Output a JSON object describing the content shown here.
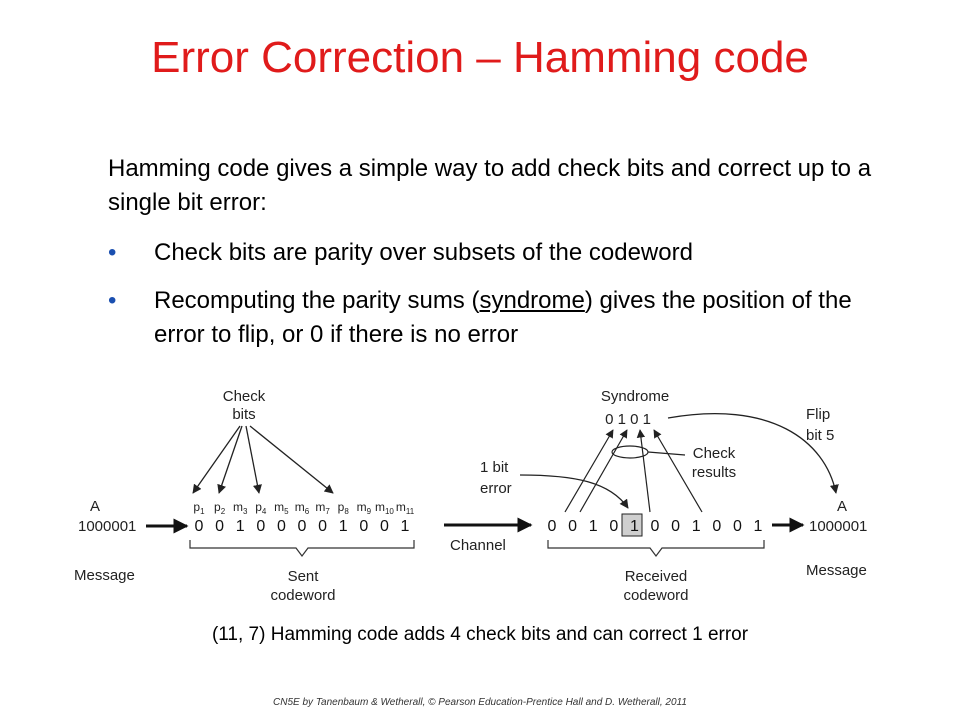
{
  "title": "Error Correction – Hamming code",
  "intro": "Hamming code gives a simple way to add check bits and correct up to a single bit error:",
  "bullets": [
    {
      "pre": "Check bits are parity over subsets of the codeword",
      "u": "",
      "post": ""
    },
    {
      "pre": "Recomputing the parity sums (",
      "u": "syndrome",
      "post": ") gives the position of the error to flip, or 0 if there is no error"
    }
  ],
  "diagram": {
    "check_bits_label": [
      "Check",
      "bits"
    ],
    "message_letter": "A",
    "message_bits": "1000001",
    "message_label": "Message",
    "positions": [
      {
        "p": "p",
        "n": "1"
      },
      {
        "p": "p",
        "n": "2"
      },
      {
        "p": "m",
        "n": "3"
      },
      {
        "p": "p",
        "n": "4"
      },
      {
        "p": "m",
        "n": "5"
      },
      {
        "p": "m",
        "n": "6"
      },
      {
        "p": "m",
        "n": "7"
      },
      {
        "p": "p",
        "n": "8"
      },
      {
        "p": "m",
        "n": "9"
      },
      {
        "p": "m",
        "n": "10"
      },
      {
        "p": "m",
        "n": "11"
      }
    ],
    "sent_bits": [
      "0",
      "0",
      "1",
      "0",
      "0",
      "0",
      "0",
      "1",
      "0",
      "0",
      "1"
    ],
    "sent_label": [
      "Sent",
      "codeword"
    ],
    "channel_label": "Channel",
    "error_label": [
      "1 bit",
      "error"
    ],
    "syndrome_label": "Syndrome",
    "syndrome_bits": "0 1 0 1",
    "check_results_label": [
      "Check",
      "results"
    ],
    "flip_label": [
      "Flip",
      "bit 5"
    ],
    "received_bits": [
      "0",
      "0",
      "1",
      "0",
      "1",
      "0",
      "0",
      "1",
      "0",
      "0",
      "1"
    ],
    "received_label": [
      "Received",
      "codeword"
    ],
    "output_letter": "A",
    "output_bits": "1000001",
    "output_label": "Message"
  },
  "caption": "(11, 7) Hamming code adds 4 check bits and can correct 1 error",
  "footer": "CN5E by Tanenbaum & Wetherall, © Pearson Education-Prentice Hall and D. Wetherall, 2011"
}
